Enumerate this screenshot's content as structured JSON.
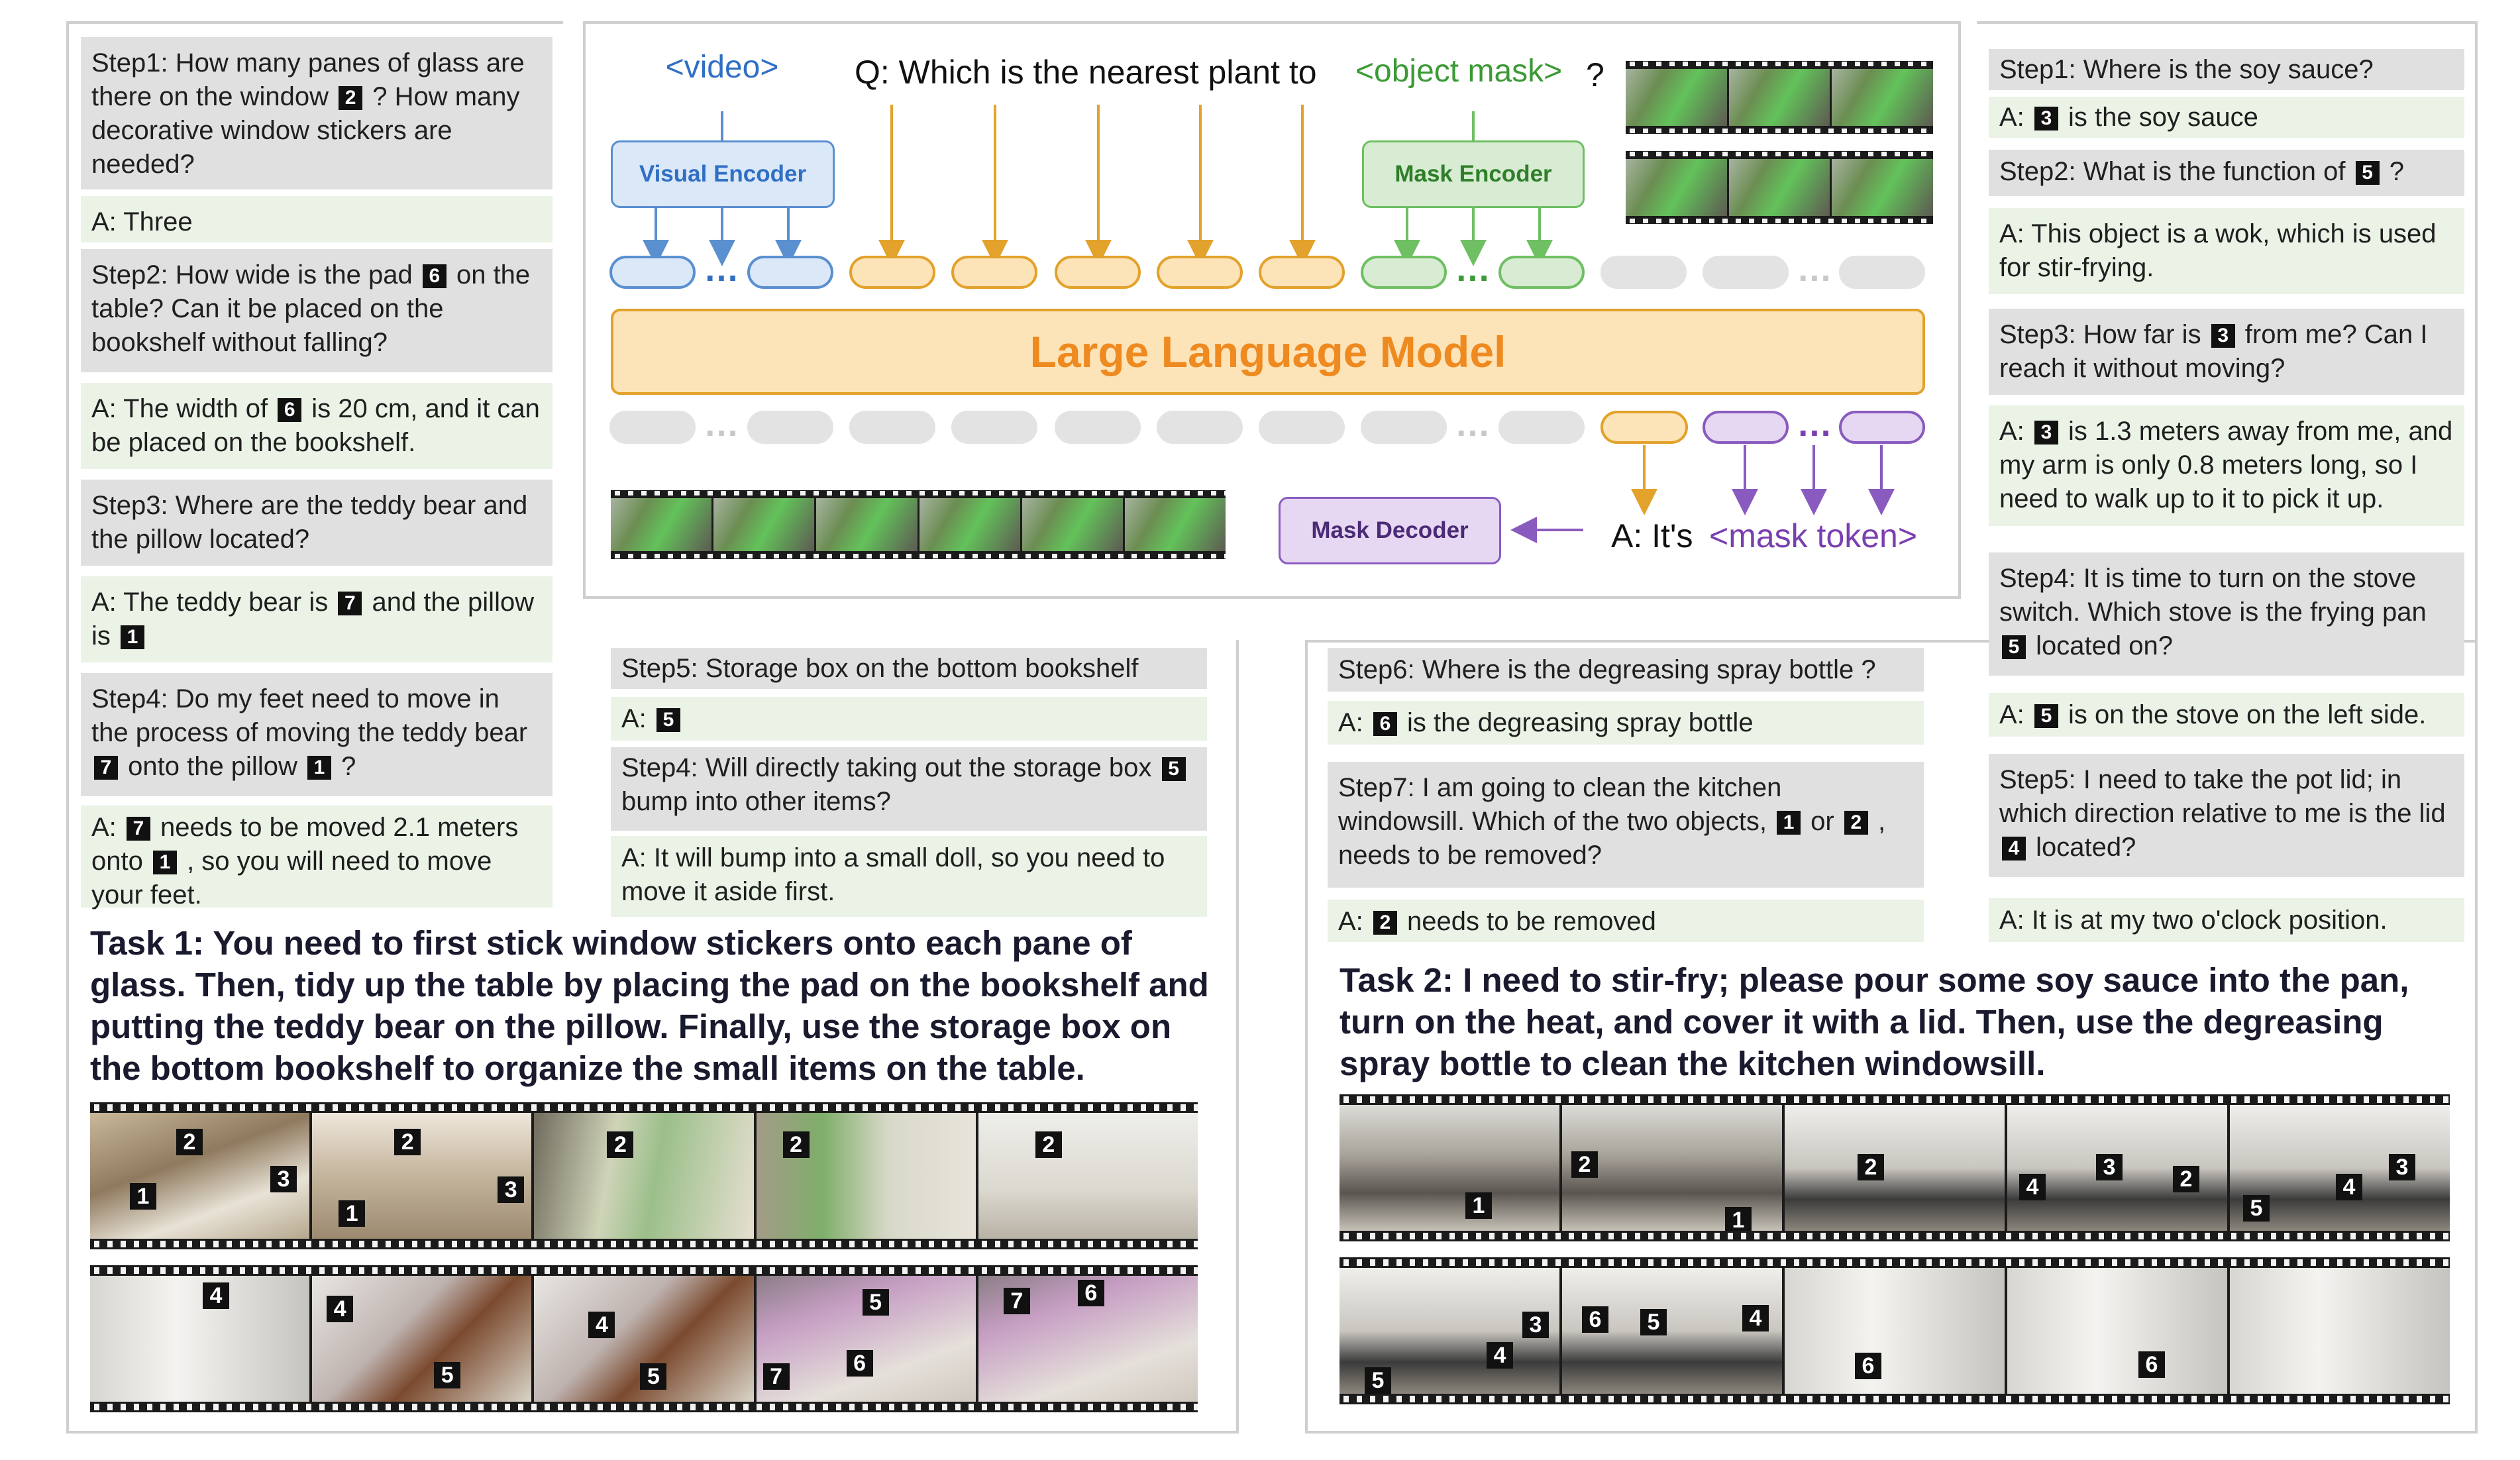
{
  "left": {
    "step1_q": [
      "Step1: How many panes of glass are there on the window ",
      "2",
      " ? How many decorative window stickers are needed?"
    ],
    "step1_a": "A: Three",
    "step2_q": [
      "Step2: How wide is the pad ",
      "6",
      " on the table? Can it be placed on the bookshelf without falling?"
    ],
    "step2_a": [
      "A: The width of ",
      "6",
      " is 20 cm, and it can be placed on the bookshelf."
    ],
    "step3_q": "Step3: Where are the teddy bear and the pillow located?",
    "step3_a": [
      "A: The teddy bear is ",
      "7",
      " and the pillow is ",
      "1"
    ],
    "step4_q": [
      "Step4: Do my feet need to move in the process of moving the teddy bear ",
      "7",
      " onto the pillow ",
      "1",
      " ?"
    ],
    "step4_a": [
      "A: ",
      "7",
      " needs to be moved  2.1 meters onto ",
      "1",
      " , so you will need to move your feet."
    ],
    "step5_q": "Step5: Storage box on the bottom bookshelf",
    "step5_a": [
      "A: ",
      "5"
    ],
    "step4b_q": [
      "Step4: Will directly taking out the storage box ",
      "5",
      " bump into other items?"
    ],
    "step4b_a": "A: It will bump into a small doll, so you need to move it aside first.",
    "task": "Task 1: You need to first stick window stickers onto each pane of glass. Then, tidy up the table by placing the pad on the bookshelf and putting the teddy bear on the pillow. Finally, use the storage box on the bottom bookshelf to organize the small items on the table."
  },
  "center": {
    "video_label": "<video>",
    "question_prefix": "Q: Which is the nearest plant to",
    "object_mask_label": "<object mask>",
    "question_suffix": "?",
    "visual_encoder": "Visual Encoder",
    "mask_encoder": "Mask Encoder",
    "llm": "Large Language Model",
    "mask_decoder": "Mask Decoder",
    "answer_prefix": "A: It's",
    "mask_token": "<mask token>",
    "colors": {
      "blue": "#2f6fc4",
      "green": "#3c9a36",
      "orange": "#ee8a1f",
      "purple": "#7a3fb0"
    }
  },
  "right": {
    "step1_q": "Step1: Where is the soy sauce?",
    "step1_a": [
      "A: ",
      "3",
      " is the soy sauce"
    ],
    "step2_q": [
      "Step2: What is the function of ",
      "5",
      " ?"
    ],
    "step2_a": "A: This object is a wok, which is used for stir-frying.",
    "step3_q": [
      "Step3: How far is ",
      "3",
      " from me? Can I reach it without moving?"
    ],
    "step3_a": [
      "A: ",
      "3",
      " is 1.3 meters away from me, and my arm is only 0.8 meters long, so I need to walk up to it to pick it up."
    ],
    "step4_q": [
      "Step4: It is time to turn on the stove switch. Which stove is the frying pan ",
      "5",
      " located on?"
    ],
    "step4_a": [
      "A: ",
      "5",
      " is on the stove on the left side."
    ],
    "step5_q": [
      "Step5: I need to take the pot lid; in which direction relative to me is the lid ",
      "4",
      " located?"
    ],
    "step5_a": "A: It is at my two o'clock position.",
    "step6_q": "Step6: Where is the degreasing spray bottle ?",
    "step6_a": [
      "A: ",
      "6",
      " is the degreasing spray bottle"
    ],
    "step7_q": [
      "Step7: I am going to clean the kitchen windowsill. Which of the two objects, ",
      "1",
      " or ",
      "2",
      " , needs to be removed?"
    ],
    "step7_a": [
      "A: ",
      "2",
      " needs to be removed"
    ],
    "task": "Task 2: I need to stir-fry; please pour some soy sauce into the pan, turn on the heat, and cover it with a lid. Then, use the degreasing spray bottle to clean the kitchen windowsill."
  }
}
